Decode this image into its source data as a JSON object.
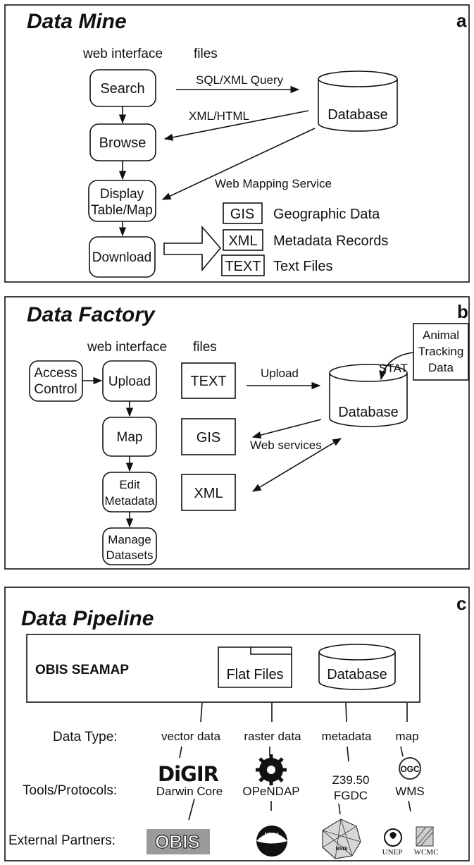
{
  "panel_a": {
    "title": "Data Mine",
    "letter": "a",
    "col_web": "web interface",
    "col_files": "files",
    "search": "Search",
    "browse": "Browse",
    "display_1": "Display",
    "display_2": "Table/Map",
    "download": "Download",
    "database": "Database",
    "sql_query": "SQL/XML Query",
    "xml_html": "XML/HTML",
    "wms": "Web Mapping Service",
    "out_gis_tag": "GIS",
    "out_gis_text": "Geographic Data",
    "out_xml_tag": "XML",
    "out_xml_text": "Metadata Records",
    "out_text_tag": "TEXT",
    "out_text_text": "Text Files"
  },
  "panel_b": {
    "title": "Data Factory",
    "letter": "b",
    "col_web": "web interface",
    "col_files": "files",
    "access_1": "Access",
    "access_2": "Control",
    "upload": "Upload",
    "map": "Map",
    "edit_1": "Edit",
    "edit_2": "Metadata",
    "manage_1": "Manage",
    "manage_2": "Datasets",
    "file_text": "TEXT",
    "file_gis": "GIS",
    "file_xml": "XML",
    "upload_arrow": "Upload",
    "database": "Database",
    "web_services": "Web services",
    "stat": "STAT",
    "animal_1": "Animal",
    "animal_2": "Tracking",
    "animal_3": "Data"
  },
  "panel_c": {
    "title": "Data Pipeline",
    "letter": "c",
    "seamap": "OBIS SEAMAP",
    "flat_files": "Flat Files",
    "database": "Database",
    "row_data_type": "Data Type:",
    "row_tools": "Tools/Protocols:",
    "row_partners": "External Partners:",
    "columns": [
      {
        "type": "vector data",
        "tool_1": "Darwin Core",
        "tool_2": ""
      },
      {
        "type": "raster data",
        "tool_1": "OPeNDAP",
        "tool_2": ""
      },
      {
        "type": "metadata",
        "tool_1": "Z39.50",
        "tool_2": "FGDC"
      },
      {
        "type": "map",
        "tool_1": "WMS",
        "tool_2": ""
      }
    ],
    "logos": {
      "digir": "DiGIR",
      "opendap": "opendap-logo",
      "ogc": "OGC",
      "obis": "OBIS",
      "noaa": "NOAA",
      "nsdi": "NSDI",
      "unep": "UNEP",
      "wcmc": "WCMC"
    }
  }
}
